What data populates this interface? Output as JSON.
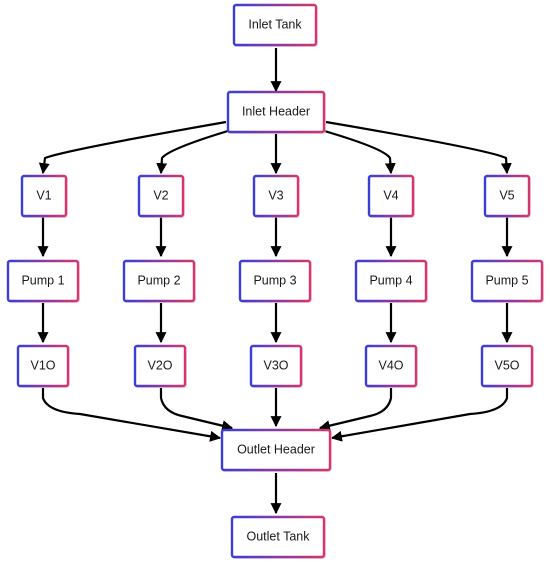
{
  "diagram": {
    "colors": {
      "node_border_start": "#3a3fd4",
      "node_border_end": "#d4366e",
      "edge": "#000000",
      "background": "#ffffff"
    },
    "nodes": {
      "inlet_tank": "Inlet Tank",
      "inlet_header": "Inlet Header",
      "v1": "V1",
      "v2": "V2",
      "v3": "V3",
      "v4": "V4",
      "v5": "V5",
      "pump1": "Pump 1",
      "pump2": "Pump 2",
      "pump3": "Pump 3",
      "pump4": "Pump 4",
      "pump5": "Pump 5",
      "v1o": "V1O",
      "v2o": "V2O",
      "v3o": "V3O",
      "v4o": "V4O",
      "v5o": "V5O",
      "outlet_header": "Outlet Header",
      "outlet_tank": "Outlet Tank"
    },
    "edges": [
      [
        "inlet_tank",
        "inlet_header"
      ],
      [
        "inlet_header",
        "v1"
      ],
      [
        "inlet_header",
        "v2"
      ],
      [
        "inlet_header",
        "v3"
      ],
      [
        "inlet_header",
        "v4"
      ],
      [
        "inlet_header",
        "v5"
      ],
      [
        "v1",
        "pump1"
      ],
      [
        "v2",
        "pump2"
      ],
      [
        "v3",
        "pump3"
      ],
      [
        "v4",
        "pump4"
      ],
      [
        "v5",
        "pump5"
      ],
      [
        "pump1",
        "v1o"
      ],
      [
        "pump2",
        "v2o"
      ],
      [
        "pump3",
        "v3o"
      ],
      [
        "pump4",
        "v4o"
      ],
      [
        "pump5",
        "v5o"
      ],
      [
        "v1o",
        "outlet_header"
      ],
      [
        "v2o",
        "outlet_header"
      ],
      [
        "v3o",
        "outlet_header"
      ],
      [
        "v4o",
        "outlet_header"
      ],
      [
        "v5o",
        "outlet_header"
      ],
      [
        "outlet_header",
        "outlet_tank"
      ]
    ]
  }
}
